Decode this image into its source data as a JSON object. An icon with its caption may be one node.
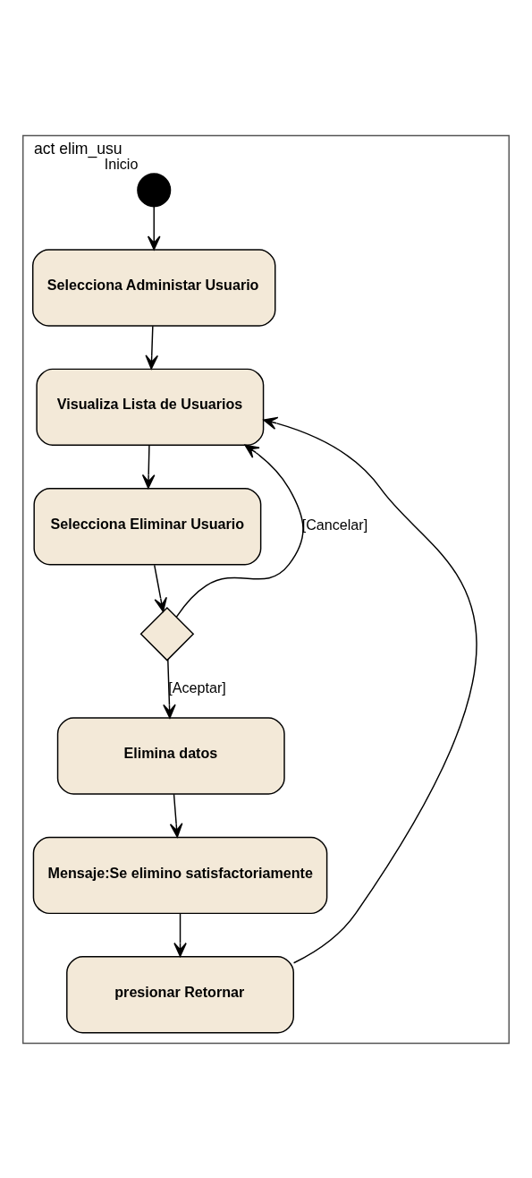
{
  "diagram": {
    "nodes": [
      {
        "text": [
          "act elim_usu"
        ]
      },
      {
        "text": [],
        "shape": "circle",
        "beside": [
          "Inicio"
        ],
        "in": 0
      },
      {
        "text": [
          "Selecciona Administar Usuario"
        ],
        "in": 0
      },
      {
        "text": [
          "Visualiza Lista de Usuarios"
        ],
        "in": 0
      },
      {
        "text": [
          "Selecciona Eliminar Usuario"
        ],
        "in": 0
      },
      {
        "text": [],
        "shape": "diamond",
        "in": 0
      },
      {
        "text": [
          "Elimina datos"
        ],
        "in": 0
      },
      {
        "text": [
          "Mensaje:Se elimino satisfactoriamente"
        ],
        "in": 0
      },
      {
        "text": [
          "presionar Retornar"
        ],
        "in": 0
      }
    ],
    "edges": [
      {
        "from": 1,
        "to": 2,
        "arrow": "to"
      },
      {
        "from": 2,
        "to": 3,
        "arrow": "to"
      },
      {
        "from": 3,
        "to": 4,
        "arrow": "to"
      },
      {
        "from": 4,
        "to": 5,
        "arrow": "to"
      },
      {
        "from": 5,
        "to": 3,
        "arrow": "to",
        "label": "[Cancelar]"
      },
      {
        "from": 5,
        "to": 6,
        "arrow": "to",
        "label": "[Aceptar]"
      },
      {
        "from": 6,
        "to": 7,
        "arrow": "to"
      },
      {
        "from": 7,
        "to": 8,
        "arrow": "to"
      },
      {
        "from": 8,
        "to": 3,
        "arrow": "to"
      }
    ]
  }
}
